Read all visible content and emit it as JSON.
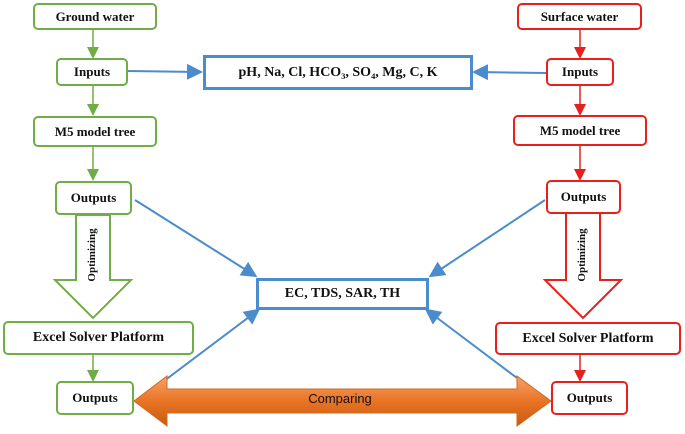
{
  "left": {
    "source": "Ground water",
    "inputs": "Inputs",
    "model": "M5 model tree",
    "outputs": "Outputs",
    "optimizing": "Optimizing",
    "solver": "Excel Solver Platform",
    "final_outputs": "Outputs"
  },
  "right": {
    "source": "Surface water",
    "inputs": "Inputs",
    "model": "M5 model tree",
    "outputs": "Outputs",
    "optimizing": "Optimizing",
    "solver": "Excel Solver Platform",
    "final_outputs": "Outputs"
  },
  "center": {
    "parameters": "pH, Na, Cl, HCO₃, SO₄, Mg, C, K",
    "indices": "EC, TDS, SAR, TH",
    "comparing": "Comparing"
  },
  "colors": {
    "green": "#70ad47",
    "red": "#e8201c",
    "blue": "#4a8ccc",
    "orange": "#ed7d31"
  }
}
